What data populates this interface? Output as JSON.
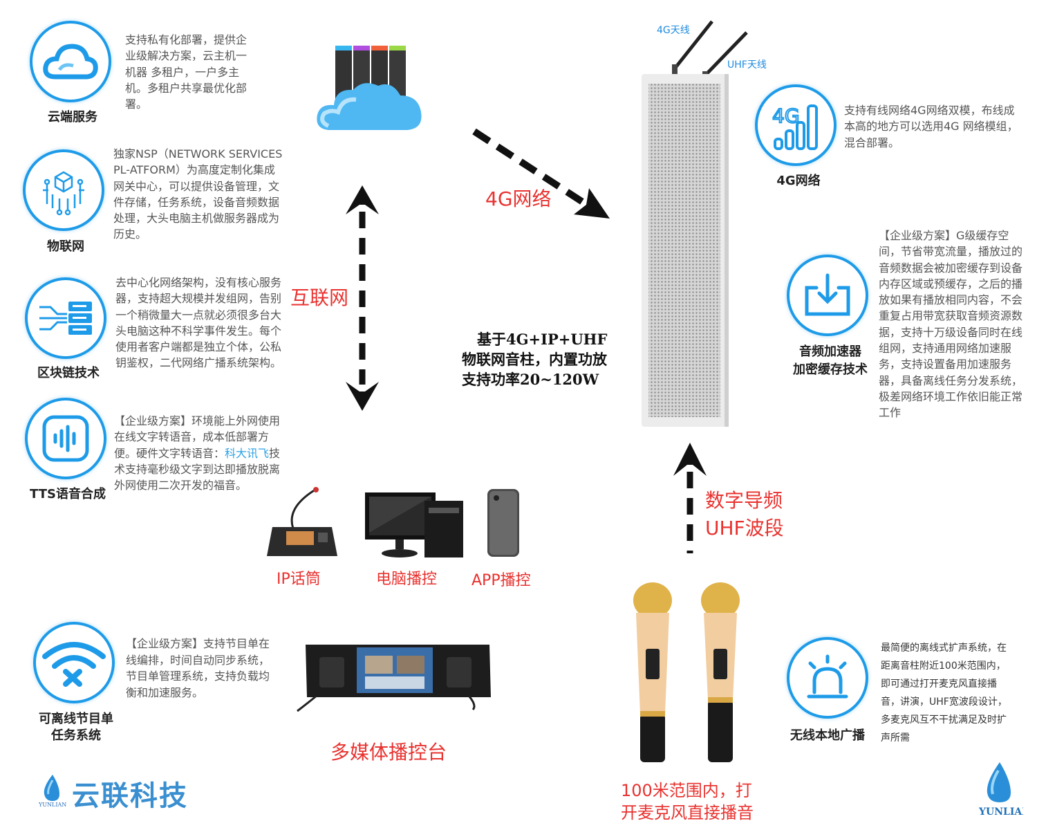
{
  "left_features": [
    {
      "label": "云端服务",
      "text": "支持私有化部署，提供企业级解决方案，云主机一机器 多租户，一户多主机。多租户共享最优化部署。",
      "icon": "cloud-icon"
    },
    {
      "label": "物联网",
      "text": "独家NSP（NETWORK SERVICES PL-ATFORM）为高度定制化集成网关中心，可以提供设备管理，文件存储，任务系统，设备音频数据处理，大头电脑主机做服务器成为历史。",
      "icon": "iot-chip-icon"
    },
    {
      "label": "区块链技术",
      "text": "去中心化网络架构，没有核心服务器，支持超大规模并发组网，告别一个稍微量大一点就必须很多台大头电脑这种不科学事件发生。每个使用者客户端都是独立个体，公私钥鉴权，二代网络广播系统架构。",
      "icon": "blockchain-server-icon"
    },
    {
      "label": "TTS语音合成",
      "text_a": "【企业级方案】环境能上外网使用在线文字转语音，成本低部署方便。硬件文字转语音：",
      "link": "科大讯飞",
      "text_b": "技术支持毫秒级文字到达即播放脱离外网使用二次开发的福音。",
      "icon": "voice-wave-icon"
    },
    {
      "label_1": "可离线节目单",
      "label_2": "任务系统",
      "text": "【企业级方案】支持节目单在线编排，时间自动同步系统， 节目单管理系统，支持负载均衡和加速服务。",
      "icon": "wifi-off-icon"
    }
  ],
  "right_features": [
    {
      "label": "4G网络",
      "icon_text": "4G",
      "text": "支持有线网络4G网络双模，布线成本高的地方可以选用4G 网络模组，混合部署。"
    },
    {
      "label_1": "音频加速器",
      "label_2": "加密缓存技术",
      "text": "【企业级方案】G级缓存空间，节省带宽流量，播放过的音频数据会被加密缓存到设备内存区域或预缓存，之后的播放如果有播放相同内容，不会重复占用带宽获取音频资源数据，支持十万级设备同时在线组网，支持通用网络加速服务，支持设置备用加速服务器，具备离线任务分发系统，极差网络环境工作依旧能正常工作"
    },
    {
      "label": "无线本地广播",
      "text": "最简便的离线式扩声系统，在距离音柱附近100米范围内，即可通过打开麦克风直接播音，讲演，UHF宽波段设计，多麦克风互不干扰满足及时扩声所需"
    }
  ],
  "diagram": {
    "internet": "互联网",
    "net4g": "4G网络",
    "antenna_4g": "4G天线",
    "antenna_uhf": "UHF天线",
    "center_lines": [
      "基于4G+IP+UHF",
      "物联网音柱，内置功放",
      "支持功率20~120W"
    ],
    "uhf_lines": [
      "数字导频",
      "UHF波段"
    ],
    "devices": [
      "IP话筒",
      "电脑播控",
      "APP播控"
    ],
    "console": "多媒体播控台",
    "mic_lines": [
      "100米范围内，打",
      "开麦克风直接播音"
    ]
  },
  "brand": {
    "name": "云联科技",
    "latin": "YUNLIAN"
  },
  "colors": {
    "accent": "#1e9be8",
    "red": "#e8322f"
  }
}
